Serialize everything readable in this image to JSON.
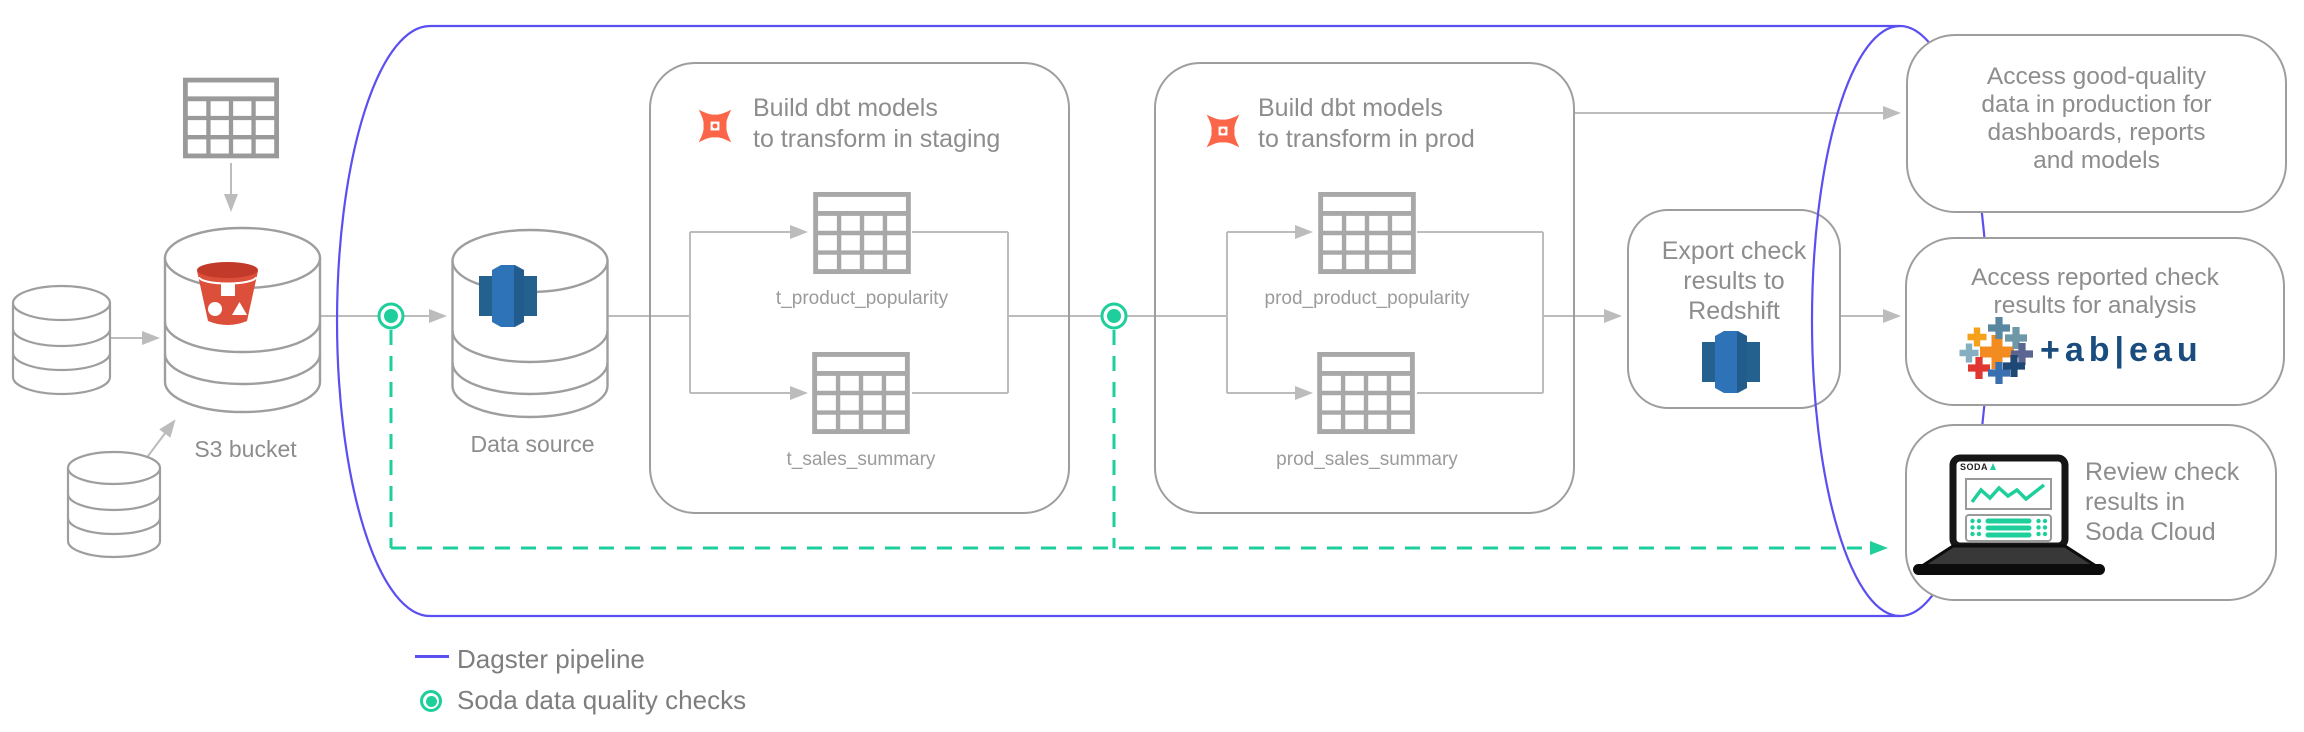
{
  "nodes": {
    "s3_bucket": {
      "label": "S3 bucket"
    },
    "data_source": {
      "label": "Data source"
    },
    "staging": {
      "title": "Build dbt models\nto transform in staging",
      "tables": {
        "t1": "t_product_popularity",
        "t2": "t_sales_summary"
      }
    },
    "prod": {
      "title": "Build dbt models\nto transform in prod",
      "tables": {
        "t1": "prod_product_popularity",
        "t2": "prod_sales_summary"
      }
    },
    "export_redshift": {
      "label": "Export check\nresults to\nRedshift"
    },
    "access_data": {
      "label": "Access good-quality\ndata in production for\ndashboards, reports\nand models"
    },
    "access_results": {
      "label": "Access reported check\nresults for analysis",
      "logo_wordmark": "+ab|eau"
    },
    "review_soda": {
      "label": "Review check\nresults in\nSoda Cloud",
      "laptop_brand": "SODA"
    }
  },
  "legend": {
    "dagster": "Dagster pipeline",
    "soda": "Soda data quality checks"
  },
  "colors": {
    "pipeline_blue": "#5A4FF0",
    "soda_green": "#1ECF9C",
    "dbt_orange": "#FB6649",
    "s3_red": "#DC4F3B",
    "redshift_blue": "#2E73B8",
    "tableau_navy": "#1A4C7E",
    "line_gray": "#BCBCBC",
    "border_gray": "#9E9E9E",
    "text_gray": "#8A8A8A"
  }
}
